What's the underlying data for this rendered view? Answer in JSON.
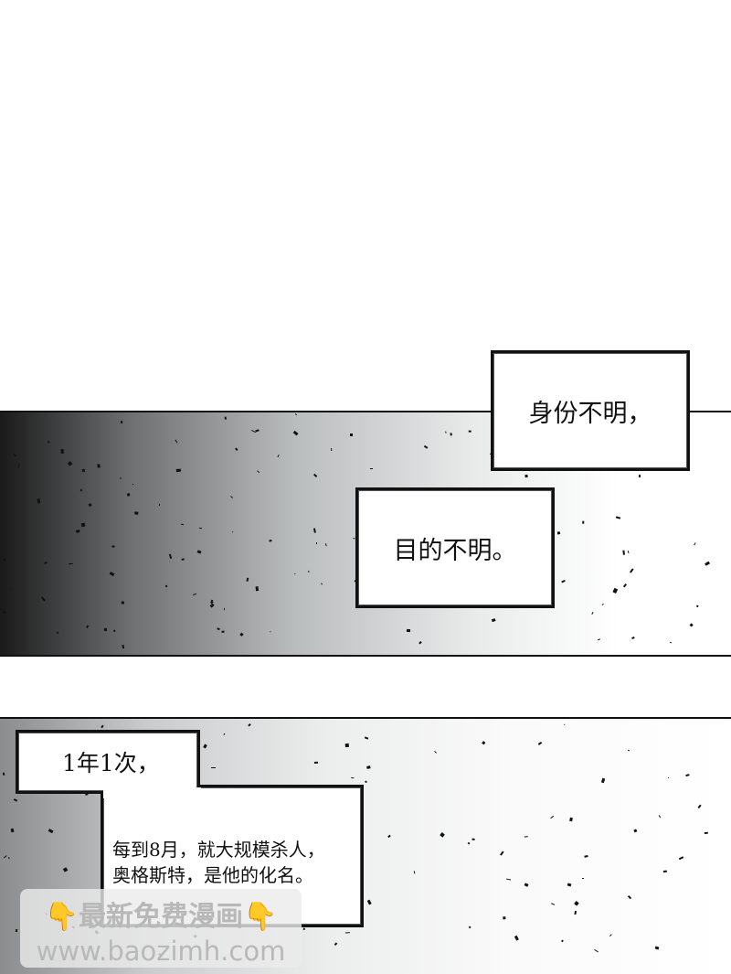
{
  "captions": [
    "身份不明，",
    "目的不明。",
    "1年1次，",
    "每到8月，就大规模杀人，",
    "奥格斯特，是他的化名。"
  ],
  "watermark": {
    "line1": "最新免费漫画",
    "line2": "www.baozimh.com",
    "icon": "pointing-down-hand-icon"
  }
}
